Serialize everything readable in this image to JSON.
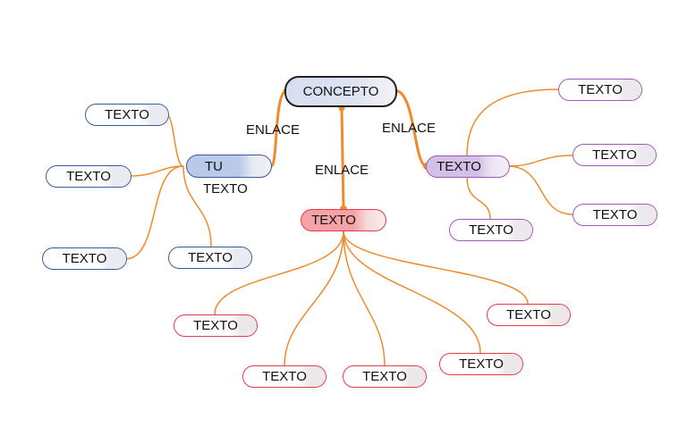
{
  "colors": {
    "connector": "#ef8b2c",
    "blue_border": "#3b5c95",
    "red_border": "#e53a4a",
    "purple_border": "#9a5cb6"
  },
  "concept": {
    "label": "CONCEPTO"
  },
  "links": {
    "left": "ENLACE",
    "center": "ENLACE",
    "right": "ENLACE"
  },
  "left_branch": {
    "hub": "TU",
    "hub_caption": "TEXTO",
    "children": [
      "TEXTO",
      "TEXTO",
      "TEXTO",
      "TEXTO"
    ]
  },
  "center_branch": {
    "hub": "TEXTO",
    "children": [
      "TEXTO",
      "TEXTO",
      "TEXTO",
      "TEXTO",
      "TEXTO"
    ]
  },
  "right_branch": {
    "hub": "TEXTO",
    "children": [
      "TEXTO",
      "TEXTO",
      "TEXTO",
      "TEXTO"
    ]
  }
}
